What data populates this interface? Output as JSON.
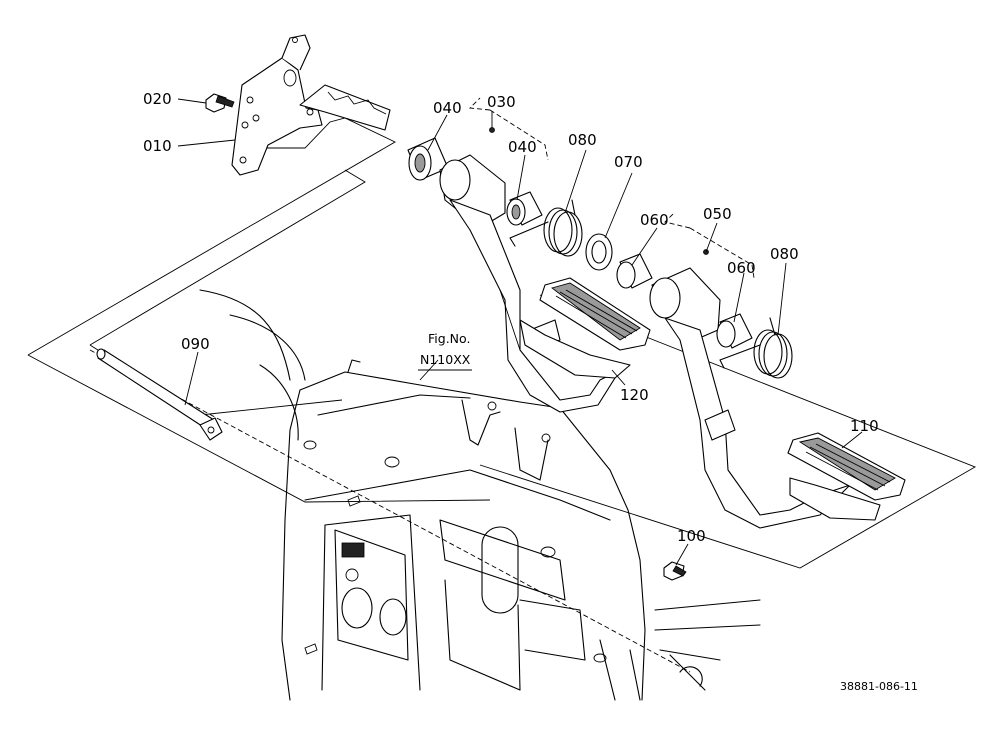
{
  "figure": {
    "reference_label": "Fig.No.",
    "reference_code": "N110XX",
    "drawing_number": "38881-086-11"
  },
  "callouts": {
    "c010": "010",
    "c020": "020",
    "c030": "030",
    "c040a": "040",
    "c040b": "040",
    "c050": "050",
    "c060a": "060",
    "c060b": "060",
    "c070": "070",
    "c080a": "080",
    "c080b": "080",
    "c090": "090",
    "c100": "100",
    "c110": "110",
    "c120": "120"
  }
}
